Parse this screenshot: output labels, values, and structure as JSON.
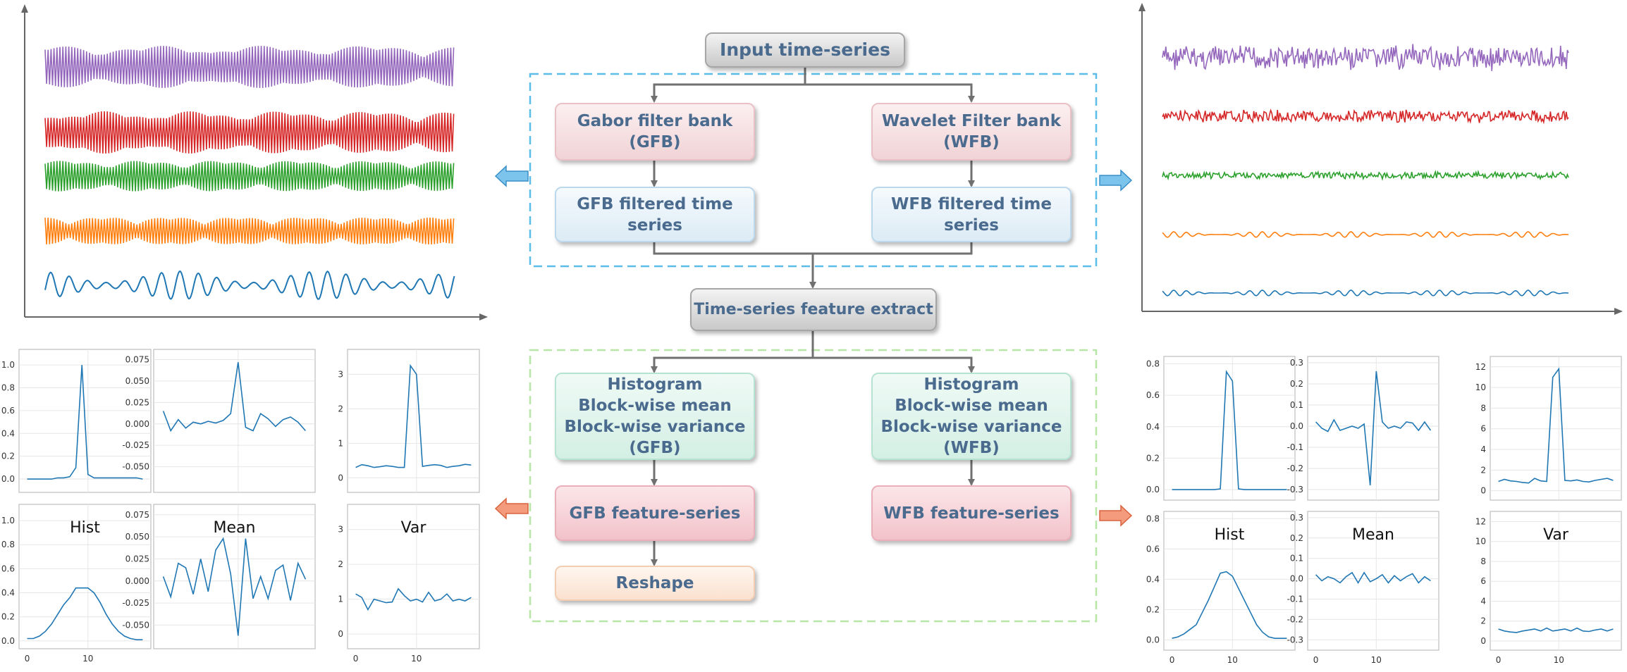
{
  "flowchart": {
    "input": "Input time-series",
    "gabor": "Gabor filter bank\n(GFB)",
    "wavelet": "Wavelet Filter bank\n(WFB)",
    "gfb_filtered": "GFB filtered time\nseries",
    "wfb_filtered": "WFB filtered time\nseries",
    "feature_extract": "Time-series feature extract",
    "gfb_features": "Histogram\nBlock-wise mean\nBlock-wise variance\n(GFB)",
    "wfb_features": "Histogram\nBlock-wise mean\nBlock-wise variance\n(WFB)",
    "gfb_series": "GFB feature-series",
    "wfb_series": "WFB feature-series",
    "reshape": "Reshape"
  },
  "colors": {
    "purple": "#9467bd",
    "red": "#d62728",
    "green": "#2ca02c",
    "orange": "#ff7f0e",
    "blue": "#1f77b4",
    "dash_blue": "#5bbde8",
    "dash_green": "#b8e6a6",
    "arrow_blue": "#7cc4ec",
    "arrow_orange": "#f39b7c"
  },
  "chart_data": [
    {
      "type": "line",
      "name": "gfb-filtered-signals",
      "series": [
        {
          "color": "purple",
          "style": "am-dense"
        },
        {
          "color": "red",
          "style": "am-dense"
        },
        {
          "color": "green",
          "style": "am-dense"
        },
        {
          "color": "orange",
          "style": "am-dense"
        },
        {
          "color": "blue",
          "style": "oscillation"
        }
      ]
    },
    {
      "type": "line",
      "name": "wfb-filtered-signals",
      "series": [
        {
          "color": "purple",
          "style": "noise-large"
        },
        {
          "color": "red",
          "style": "noise-medium"
        },
        {
          "color": "green",
          "style": "noise-small"
        },
        {
          "color": "orange",
          "style": "oscillation-small"
        },
        {
          "color": "blue",
          "style": "oscillation-small"
        }
      ]
    },
    {
      "type": "line",
      "name": "gfb-top-hist",
      "x": [
        0,
        1,
        2,
        3,
        4,
        5,
        6,
        7,
        8,
        9,
        10,
        11,
        12,
        13,
        14,
        15,
        16,
        17,
        18,
        19
      ],
      "values": [
        0,
        0,
        0,
        0,
        0,
        0.01,
        0.01,
        0.02,
        0.1,
        1.0,
        0.04,
        0.01,
        0.01,
        0.01,
        0.01,
        0.01,
        0.01,
        0.01,
        0.01,
        0
      ],
      "ylim": [
        -0.08,
        1.1
      ],
      "yticks": [
        "0.0",
        "0.2",
        "0.4",
        "0.6",
        "0.8",
        "1.0"
      ],
      "yvals": [
        0,
        0.2,
        0.4,
        0.6,
        0.8,
        1.0
      ],
      "xticks": []
    },
    {
      "type": "line",
      "name": "gfb-top-mean",
      "x": [
        0,
        1,
        2,
        3,
        4,
        5,
        6,
        7,
        8,
        9,
        10,
        11,
        12,
        13,
        14,
        15,
        16,
        17,
        18,
        19
      ],
      "values": [
        0.015,
        -0.008,
        0.005,
        -0.005,
        0.002,
        0,
        0.003,
        0.001,
        0.004,
        0.012,
        0.072,
        -0.004,
        -0.008,
        0.012,
        0.006,
        -0.003,
        0.005,
        0.008,
        0.002,
        -0.008
      ],
      "ylim": [
        -0.075,
        0.082
      ],
      "yticks": [
        "0.075",
        "0.050",
        "0.025",
        "0.000",
        "-0.025",
        "-0.050"
      ],
      "yvals": [
        0.075,
        0.05,
        0.025,
        0,
        -0.025,
        -0.05
      ],
      "xticks": []
    },
    {
      "type": "line",
      "name": "gfb-top-var",
      "x": [
        0,
        1,
        2,
        3,
        4,
        5,
        6,
        7,
        8,
        9,
        10,
        11,
        12,
        13,
        14,
        15,
        16,
        17,
        18,
        19
      ],
      "values": [
        0.3,
        0.38,
        0.35,
        0.3,
        0.32,
        0.35,
        0.33,
        0.3,
        0.3,
        3.25,
        3.0,
        0.33,
        0.36,
        0.38,
        0.36,
        0.3,
        0.33,
        0.35,
        0.39,
        0.37
      ],
      "ylim": [
        -0.3,
        3.6
      ],
      "yticks": [
        "0",
        "1",
        "2",
        "3"
      ],
      "yvals": [
        0,
        1,
        2,
        3
      ],
      "xticks": []
    },
    {
      "type": "line",
      "name": "gfb-bottom-hist",
      "title": "Hist",
      "x": [
        0,
        1,
        2,
        3,
        4,
        5,
        6,
        7,
        8,
        9,
        10,
        11,
        12,
        13,
        14,
        15,
        16,
        17,
        18,
        19
      ],
      "values": [
        0.02,
        0.02,
        0.04,
        0.08,
        0.14,
        0.22,
        0.3,
        0.36,
        0.44,
        0.44,
        0.44,
        0.4,
        0.32,
        0.22,
        0.14,
        0.08,
        0.04,
        0.02,
        0.01,
        0.01
      ],
      "ylim": [
        -0.03,
        1.1
      ],
      "yticks": [
        "0.0",
        "0.2",
        "0.4",
        "0.6",
        "0.8",
        "1.0"
      ],
      "yvals": [
        0,
        0.2,
        0.4,
        0.6,
        0.8,
        1.0
      ],
      "xticks": [
        "0",
        "10"
      ],
      "xvals": [
        0,
        10
      ]
    },
    {
      "type": "line",
      "name": "gfb-bottom-mean",
      "title": "Mean",
      "x": [
        0,
        1,
        2,
        3,
        4,
        5,
        6,
        7,
        8,
        9,
        10,
        11,
        12,
        13,
        14,
        15,
        16,
        17,
        18,
        19
      ],
      "values": [
        0.005,
        -0.018,
        0.02,
        0.015,
        -0.015,
        0.025,
        -0.012,
        0.035,
        0.048,
        0.008,
        -0.062,
        0.048,
        -0.02,
        0.005,
        -0.02,
        0.012,
        0.018,
        -0.022,
        0.02,
        0.002
      ],
      "ylim": [
        -0.072,
        0.082
      ],
      "yticks": [
        "0.075",
        "0.050",
        "0.025",
        "0.000",
        "-0.025",
        "-0.050"
      ],
      "yvals": [
        0.075,
        0.05,
        0.025,
        0,
        -0.025,
        -0.05
      ],
      "xticks": []
    },
    {
      "type": "line",
      "name": "gfb-bottom-var",
      "title": "Var",
      "x": [
        0,
        1,
        2,
        3,
        4,
        5,
        6,
        7,
        8,
        9,
        10,
        11,
        12,
        13,
        14,
        15,
        16,
        17,
        18,
        19
      ],
      "values": [
        1.15,
        1.05,
        0.7,
        1.0,
        0.95,
        0.9,
        0.92,
        1.3,
        1.1,
        0.95,
        1.0,
        0.92,
        1.2,
        0.95,
        1.0,
        1.15,
        0.95,
        1.0,
        0.95,
        1.05
      ],
      "ylim": [
        -0.3,
        3.6
      ],
      "yticks": [
        "0",
        "1",
        "2",
        "3"
      ],
      "yvals": [
        0,
        1,
        2,
        3
      ],
      "xticks": [
        "0",
        "10"
      ],
      "xvals": [
        0,
        10
      ]
    },
    {
      "type": "line",
      "name": "wfb-top-hist",
      "x": [
        0,
        1,
        2,
        3,
        4,
        5,
        6,
        7,
        8,
        9,
        10,
        11,
        12,
        13,
        14,
        15,
        16,
        17,
        18,
        19
      ],
      "values": [
        0,
        0,
        0,
        0,
        0,
        0,
        0,
        0,
        0.005,
        0.75,
        0.69,
        0.005,
        0,
        0,
        0,
        0,
        0,
        0,
        0,
        0
      ],
      "ylim": [
        -0.04,
        0.82
      ],
      "yticks": [
        "0.0",
        "0.2",
        "0.4",
        "0.6",
        "0.8"
      ],
      "yvals": [
        0,
        0.2,
        0.4,
        0.6,
        0.8
      ],
      "xticks": []
    },
    {
      "type": "line",
      "name": "wfb-top-mean",
      "x": [
        0,
        1,
        2,
        3,
        4,
        5,
        6,
        7,
        8,
        9,
        10,
        11,
        12,
        13,
        14,
        15,
        16,
        17,
        18,
        19
      ],
      "values": [
        0.02,
        -0.01,
        -0.025,
        0.03,
        -0.02,
        -0.01,
        0,
        -0.01,
        0.01,
        -0.28,
        0.26,
        0.02,
        -0.01,
        0,
        -0.01,
        0.02,
        0.015,
        -0.02,
        0.02,
        -0.02
      ],
      "ylim": [
        -0.33,
        0.31
      ],
      "yticks": [
        "0.3",
        "0.2",
        "0.1",
        "0.0",
        "-0.1",
        "-0.2",
        "-0.3"
      ],
      "yvals": [
        0.3,
        0.2,
        0.1,
        0,
        -0.1,
        -0.2,
        -0.3
      ],
      "xticks": []
    },
    {
      "type": "line",
      "name": "wfb-top-var",
      "x": [
        0,
        1,
        2,
        3,
        4,
        5,
        6,
        7,
        8,
        9,
        10,
        11,
        12,
        13,
        14,
        15,
        16,
        17,
        18,
        19
      ],
      "values": [
        0.9,
        1.1,
        0.95,
        0.9,
        0.8,
        0.75,
        1.2,
        0.95,
        0.9,
        11.0,
        11.8,
        1.0,
        0.95,
        1.05,
        0.9,
        0.85,
        1.0,
        1.1,
        1.2,
        1.0
      ],
      "ylim": [
        -0.5,
        12.6
      ],
      "yticks": [
        "0",
        "2",
        "4",
        "6",
        "8",
        "10",
        "12"
      ],
      "yvals": [
        0,
        2,
        4,
        6,
        8,
        10,
        12
      ],
      "xticks": []
    },
    {
      "type": "line",
      "name": "wfb-bottom-hist",
      "title": "Hist",
      "x": [
        0,
        1,
        2,
        3,
        4,
        5,
        6,
        7,
        8,
        9,
        10,
        11,
        12,
        13,
        14,
        15,
        16,
        17,
        18,
        19
      ],
      "values": [
        0.01,
        0.02,
        0.04,
        0.07,
        0.1,
        0.18,
        0.26,
        0.35,
        0.44,
        0.45,
        0.42,
        0.34,
        0.26,
        0.18,
        0.1,
        0.05,
        0.02,
        0.01,
        0.01,
        0.01
      ],
      "ylim": [
        -0.04,
        0.82
      ],
      "yticks": [
        "0.0",
        "0.2",
        "0.4",
        "0.6",
        "0.8"
      ],
      "yvals": [
        0,
        0.2,
        0.4,
        0.6,
        0.8
      ],
      "xticks": [
        "0",
        "10"
      ],
      "xvals": [
        0,
        10
      ]
    },
    {
      "type": "line",
      "name": "wfb-bottom-mean",
      "title": "Mean",
      "x": [
        0,
        1,
        2,
        3,
        4,
        5,
        6,
        7,
        8,
        9,
        10,
        11,
        12,
        13,
        14,
        15,
        16,
        17,
        18,
        19
      ],
      "values": [
        0.02,
        -0.01,
        0.01,
        0,
        -0.02,
        0.01,
        0.03,
        -0.02,
        0.03,
        -0.015,
        0,
        0.02,
        -0.02,
        0.015,
        -0.01,
        0.01,
        0.025,
        -0.02,
        0.01,
        -0.01
      ],
      "ylim": [
        -0.33,
        0.31
      ],
      "yticks": [
        "0.3",
        "0.2",
        "0.1",
        "0.0",
        "-0.1",
        "-0.2",
        "-0.3"
      ],
      "yvals": [
        0.3,
        0.2,
        0.1,
        0,
        -0.1,
        -0.2,
        -0.3
      ],
      "xticks": [
        "0",
        "10"
      ],
      "xvals": [
        0,
        10
      ]
    },
    {
      "type": "line",
      "name": "wfb-bottom-var",
      "title": "Var",
      "x": [
        0,
        1,
        2,
        3,
        4,
        5,
        6,
        7,
        8,
        9,
        10,
        11,
        12,
        13,
        14,
        15,
        16,
        17,
        18,
        19
      ],
      "values": [
        1.2,
        1.0,
        0.9,
        0.85,
        1.0,
        1.1,
        1.2,
        1.0,
        1.3,
        1.0,
        1.1,
        1.2,
        1.0,
        1.3,
        1.0,
        0.95,
        1.1,
        1.2,
        1.0,
        1.2
      ],
      "ylim": [
        -0.5,
        12.6
      ],
      "yticks": [
        "0",
        "2",
        "4",
        "6",
        "8",
        "10",
        "12"
      ],
      "yvals": [
        0,
        2,
        4,
        6,
        8,
        10,
        12
      ],
      "xticks": [
        "0",
        "10"
      ],
      "xvals": [
        0,
        10
      ]
    }
  ]
}
